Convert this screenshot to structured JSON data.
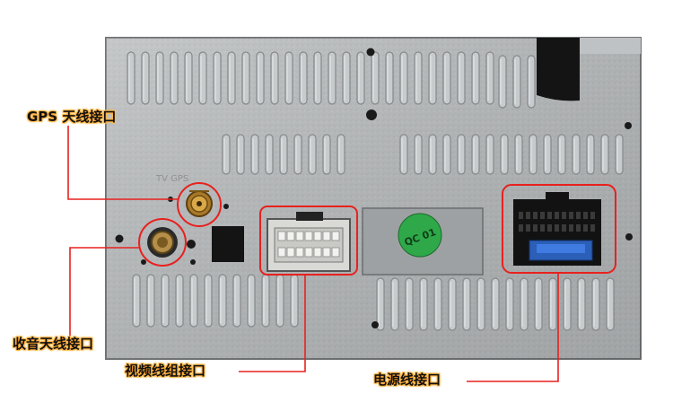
{
  "labels": {
    "gps": "GPS 天线接口",
    "radio": "收音天线接口",
    "video": "视频线组接口",
    "power": "电源线接口"
  },
  "panel_text": {
    "tv_gps": "TV   GPS",
    "sticker": "QC 01"
  },
  "colors": {
    "highlight": "#e8211e",
    "panel": "#b9bcbe",
    "label_glow": "#ff9a1a",
    "sticker": "#2fa84a"
  },
  "icons": [
    "gps-antenna-connector",
    "radio-antenna-socket",
    "video-harness-connector",
    "power-harness-connector",
    "qc-sticker"
  ]
}
